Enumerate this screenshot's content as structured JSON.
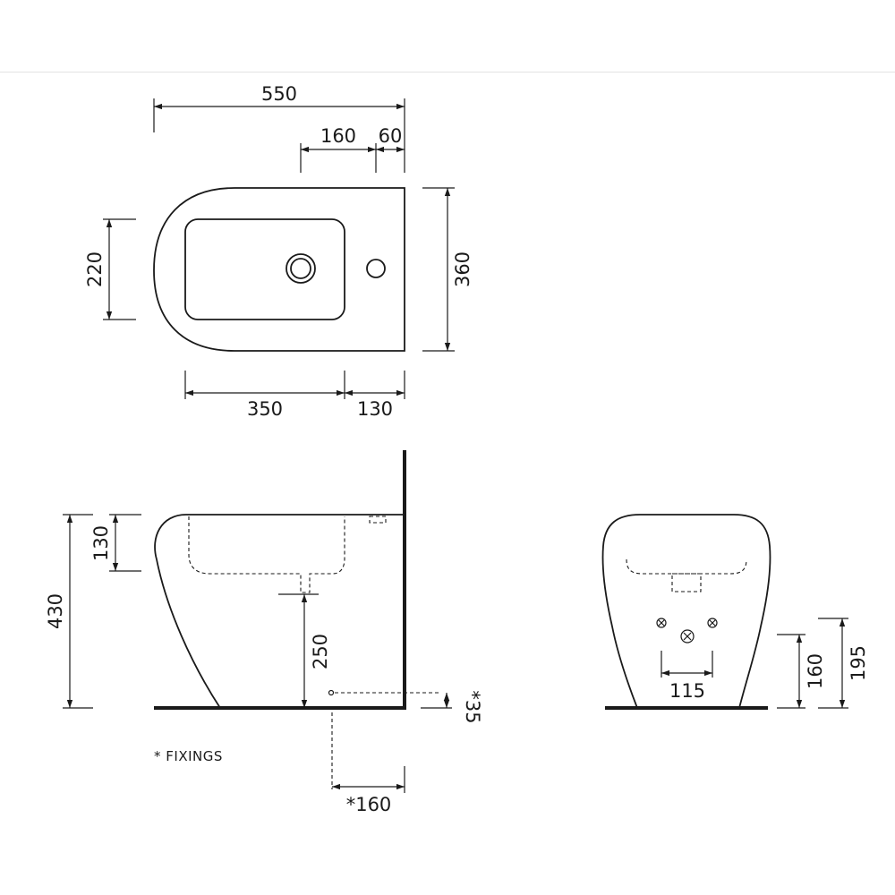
{
  "top_view": {
    "overall_length": "550",
    "tap_hole_to_back": "160",
    "back_offset": "60",
    "bowl_width": "220",
    "overall_width": "360",
    "bowl_length": "350",
    "rear_deck": "130"
  },
  "side_view": {
    "bowl_depth": "130",
    "overall_height": "430",
    "waste_height": "250",
    "fixing_height": "*35",
    "fixing_offset": "*160"
  },
  "front_view": {
    "fixing_spacing": "115",
    "fixing_height_low": "160",
    "fixing_height_high": "195"
  },
  "notes": {
    "fixings": "* FIXINGS"
  }
}
